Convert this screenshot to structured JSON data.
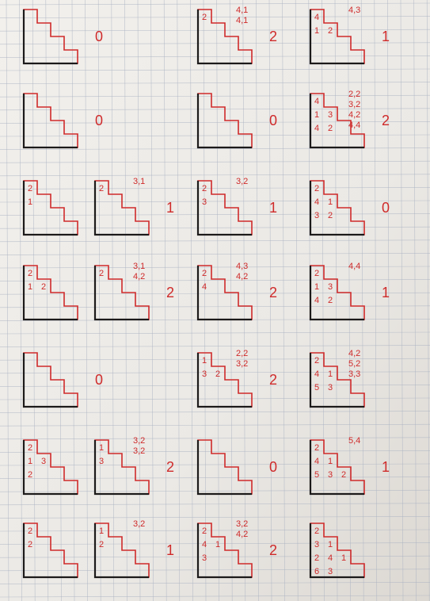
{
  "ink": {
    "black": "#1c1a1a",
    "red": "#cf2a2a",
    "grid": "#a9b2c2",
    "paper": "#eeece8"
  },
  "rows": [
    {
      "diagrams": [
        {
          "cells": [],
          "pairs": [],
          "count": "0"
        },
        {
          "cells": [
            "2"
          ],
          "pairs": [
            "4,1",
            "4,1"
          ],
          "count": "2"
        },
        {
          "cells": [
            "4",
            "1",
            "2"
          ],
          "pairs": [
            "4,3"
          ],
          "count": "1"
        }
      ]
    },
    {
      "diagrams": [
        {
          "cells": [],
          "pairs": [],
          "count": "0"
        },
        {
          "cells": [],
          "pairs": [],
          "count": "0"
        },
        {
          "cells": [
            "4",
            "1",
            "3",
            "4",
            "2"
          ],
          "pairs": [
            "2,2",
            "3,2",
            "4,2",
            "4,4"
          ],
          "count": "2"
        }
      ]
    },
    {
      "diagrams": [
        {
          "cells": [
            "2",
            "1"
          ],
          "pairs": [],
          "count": ""
        },
        {
          "cells": [
            "2"
          ],
          "pairs": [
            "3,1"
          ],
          "count": "1"
        },
        {
          "cells": [
            "2",
            "3"
          ],
          "pairs": [
            "3,2"
          ],
          "count": "1"
        },
        {
          "cells": [
            "2",
            "4",
            "1",
            "3",
            "2"
          ],
          "pairs": [],
          "count": "0"
        }
      ]
    },
    {
      "diagrams": [
        {
          "cells": [
            "2",
            "1",
            "2"
          ],
          "pairs": [],
          "count": ""
        },
        {
          "cells": [
            "2"
          ],
          "pairs": [
            "3,1",
            "4,2"
          ],
          "count": "2"
        },
        {
          "cells": [
            "2",
            "4"
          ],
          "pairs": [
            "4,3",
            "4,2"
          ],
          "count": "2"
        },
        {
          "cells": [
            "2",
            "1",
            "3",
            "4",
            "2"
          ],
          "pairs": [
            "4,4"
          ],
          "count": "1"
        }
      ]
    },
    {
      "diagrams": [
        {
          "cells": [],
          "pairs": [],
          "count": "0"
        },
        {
          "cells": [
            "1",
            "3",
            "2"
          ],
          "pairs": [
            "2,2",
            "3,2"
          ],
          "count": "2"
        },
        {
          "cells": [
            "2",
            "4",
            "1",
            "5",
            "3"
          ],
          "pairs": [
            "4,2",
            "5,2",
            "3,3"
          ],
          "count": ""
        }
      ]
    },
    {
      "diagrams": [
        {
          "cells": [
            "2",
            "1",
            "3",
            "2"
          ],
          "pairs": [],
          "count": ""
        },
        {
          "cells": [
            "1",
            "3"
          ],
          "pairs": [
            "3,2",
            "3,2"
          ],
          "count": "2"
        },
        {
          "cells": [],
          "pairs": [],
          "count": "0"
        },
        {
          "cells": [
            "2",
            "4",
            "1",
            "5",
            "3",
            "2"
          ],
          "pairs": [
            "5,4"
          ],
          "count": "1"
        }
      ]
    },
    {
      "diagrams": [
        {
          "cells": [
            "2",
            "2"
          ],
          "pairs": [],
          "count": ""
        },
        {
          "cells": [
            "1",
            "2"
          ],
          "pairs": [
            "3,2"
          ],
          "count": "1"
        },
        {
          "cells": [
            "2",
            "4",
            "1",
            "3"
          ],
          "pairs": [
            "3,2",
            "4,2"
          ],
          "count": "2"
        },
        {
          "cells": [
            "2",
            "3",
            "1",
            "2",
            "4",
            "1",
            "6",
            "3"
          ],
          "pairs": [],
          "count": ""
        }
      ]
    }
  ]
}
